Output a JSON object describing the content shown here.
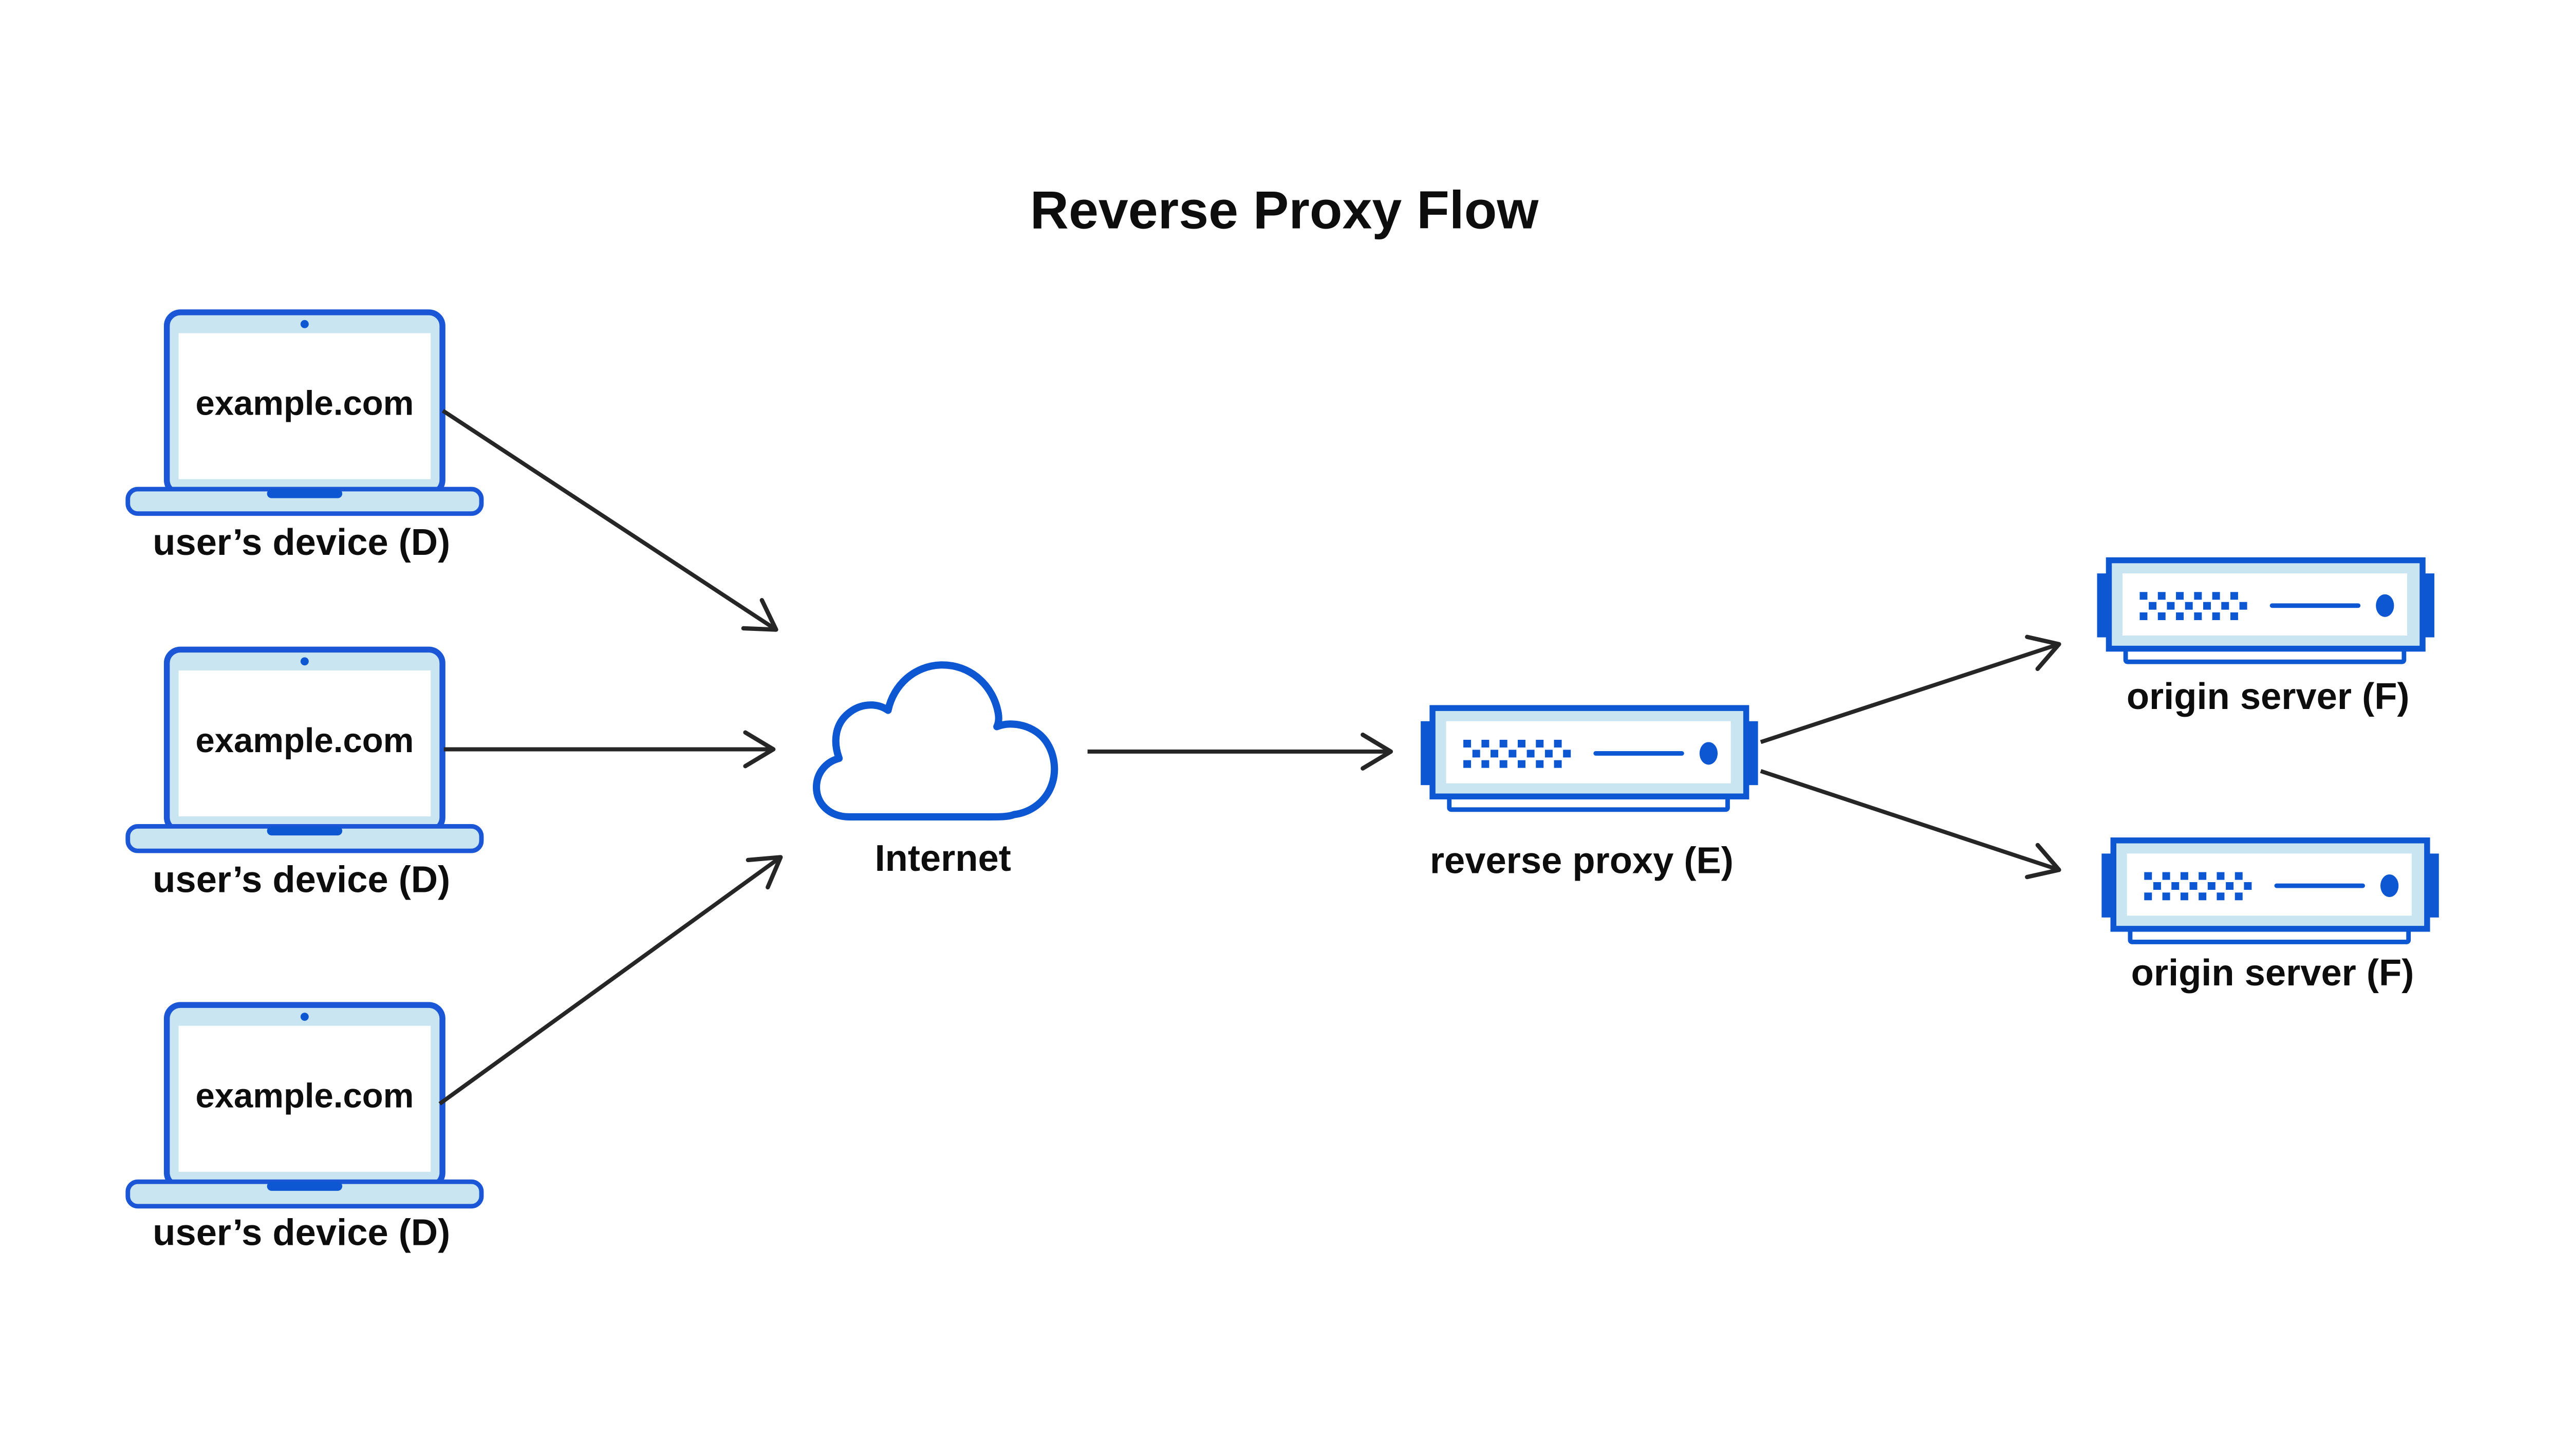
{
  "title": "Reverse Proxy Flow",
  "colors": {
    "accent_blue": "#0d57d2",
    "outline_blue": "#1a56d6",
    "light_blue": "#c9e5f2",
    "arrow": "#262626",
    "text": "#0d0d0d",
    "background": "#ffffff"
  },
  "nodes": {
    "devices": [
      {
        "screen_text": "example.com",
        "label": "user’s device (D)"
      },
      {
        "screen_text": "example.com",
        "label": "user’s device (D)"
      },
      {
        "screen_text": "example.com",
        "label": "user’s device (D)"
      }
    ],
    "internet": {
      "label": "Internet"
    },
    "reverse_proxy": {
      "label": "reverse proxy (E)"
    },
    "origin_servers": [
      {
        "label": "origin server (F)"
      },
      {
        "label": "origin server (F)"
      }
    ]
  }
}
